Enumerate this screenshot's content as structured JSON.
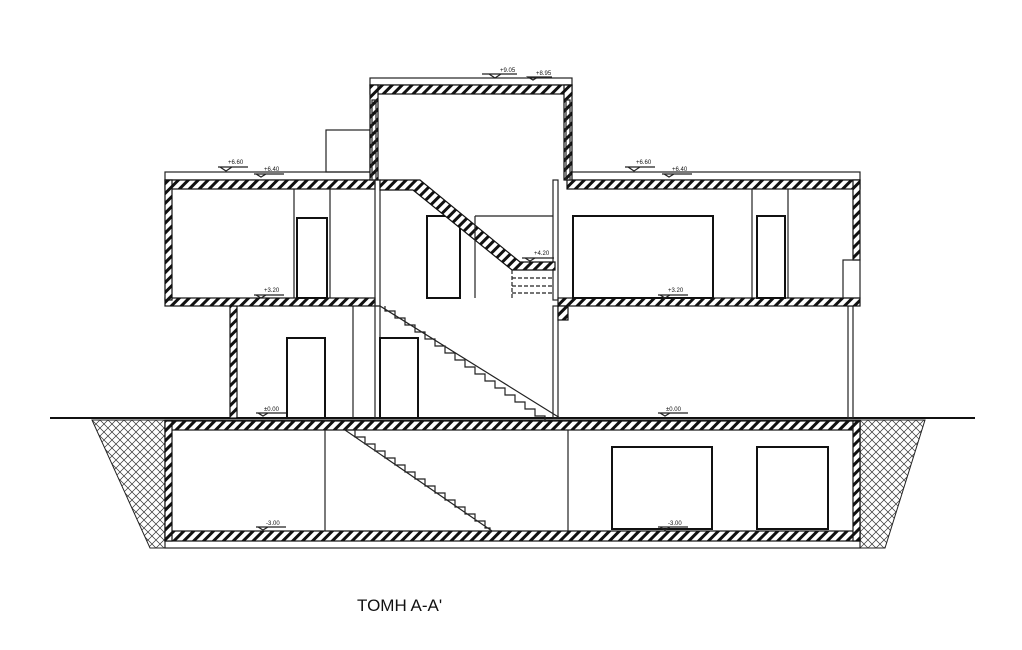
{
  "title": "ΤΟΜΗ Α-Α'",
  "levels": {
    "roof_top": "+9.05",
    "roof_slab": "+8.95",
    "first_roof_left_top": "+6.60",
    "first_roof_left_slab": "+6.40",
    "first_roof_right_top": "+6.60",
    "first_roof_right_slab": "+6.40",
    "landing": "+4.20",
    "first_floor_left": "+3.20",
    "first_floor_right": "+3.20",
    "ground_left": "±0.00",
    "ground_right": "±0.00",
    "basement_left": "-3.00",
    "basement_right": "-3.00"
  }
}
